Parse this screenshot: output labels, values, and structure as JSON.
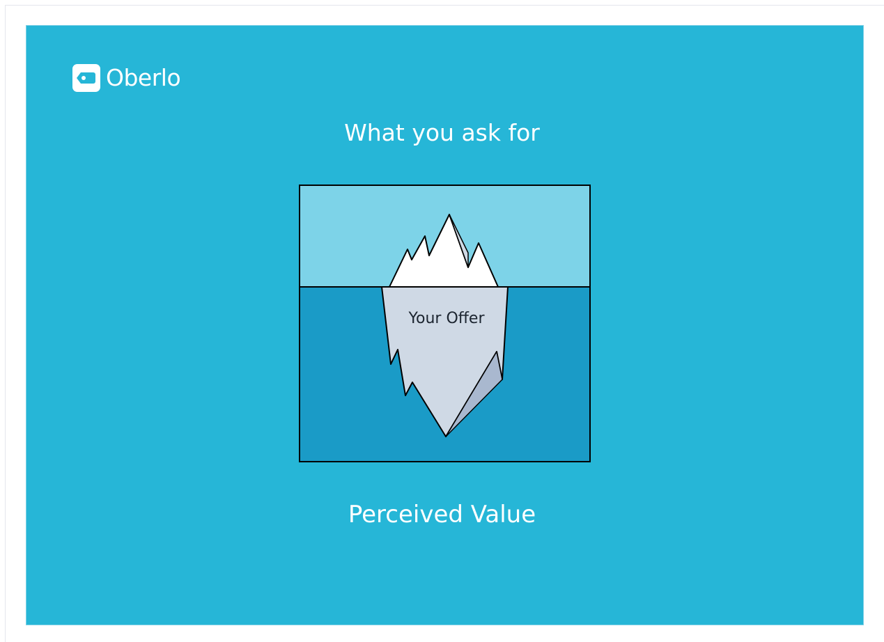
{
  "brand": {
    "name": "Oberlo",
    "icon": "price-tag-icon"
  },
  "diagram": {
    "top_caption": "What you ask for",
    "iceberg_label": "Your Offer",
    "bottom_caption": "Perceived Value"
  },
  "colors": {
    "background": "#26b6d7",
    "sky": "#7dd3e8",
    "water": "#1a9bc7",
    "ice_top": "#ffffff",
    "ice_bottom": "#cfd9e5",
    "ice_shadow": "#a9b8cf",
    "outline": "#000000"
  }
}
